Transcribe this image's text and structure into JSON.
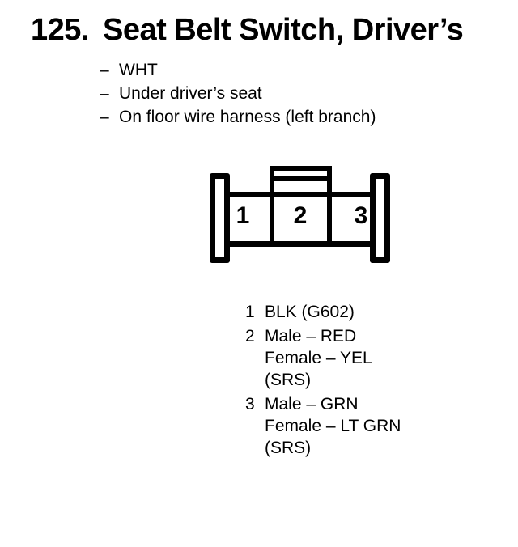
{
  "colors": {
    "ink": "#000000",
    "paper": "#ffffff"
  },
  "heading": {
    "number": "125.",
    "title": "Seat Belt Switch, Driver’s"
  },
  "notes": [
    {
      "dash": "–",
      "text": "WHT"
    },
    {
      "dash": "–",
      "text": "Under driver’s seat"
    },
    {
      "dash": "–",
      "text": "On floor wire harness (left branch)"
    }
  ],
  "connector": {
    "cavities": [
      {
        "pin": "1"
      },
      {
        "pin": "2"
      },
      {
        "pin": "3"
      }
    ]
  },
  "legend": [
    {
      "pin": "1",
      "lines": [
        "BLK (G602)"
      ]
    },
    {
      "pin": "2",
      "lines": [
        "Male – RED",
        "Female – YEL",
        "(SRS)"
      ]
    },
    {
      "pin": "3",
      "lines": [
        "Male – GRN",
        "Female – LT GRN",
        "(SRS)"
      ]
    }
  ]
}
